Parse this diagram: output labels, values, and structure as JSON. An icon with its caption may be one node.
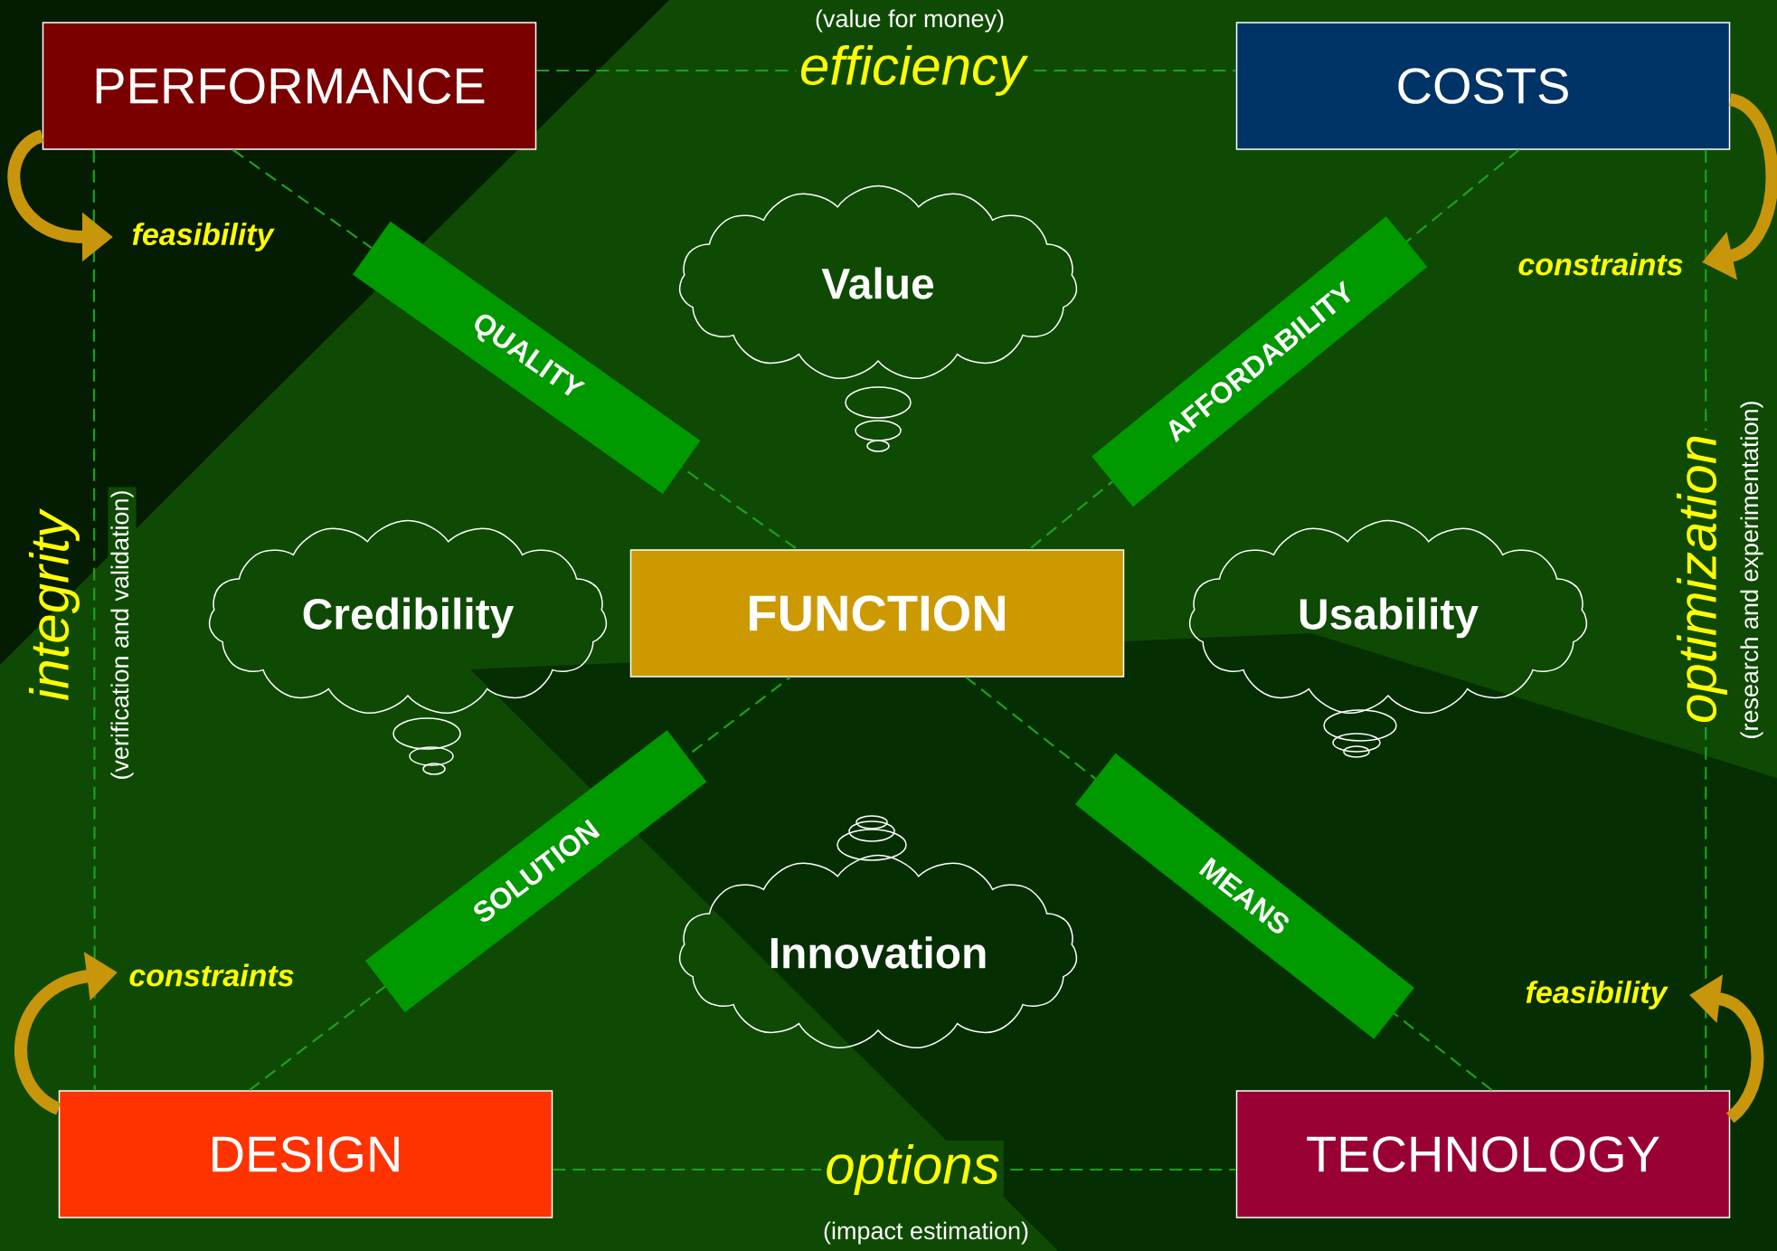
{
  "diagram": {
    "nodes": [
      {
        "text": [
          "PERFORMANCE"
        ]
      },
      {
        "text": [
          "COSTS"
        ]
      },
      {
        "text": [
          "Value"
        ]
      },
      {
        "text": [
          "Credibility"
        ]
      },
      {
        "text": [
          "FUNCTION"
        ]
      },
      {
        "text": [
          "Usability"
        ]
      },
      {
        "text": [
          "Innovation"
        ]
      },
      {
        "text": [
          "DESIGN"
        ]
      },
      {
        "text": [
          "TECHNOLOGY"
        ]
      }
    ],
    "edges": [
      {
        "from": 0,
        "to": 1,
        "arrow": "none",
        "label": "efficiency",
        "style": "dashed"
      },
      {
        "from": 0,
        "to": 7,
        "arrow": "none",
        "label": "integrity",
        "style": "dashed"
      },
      {
        "from": 1,
        "to": 8,
        "arrow": "none",
        "label": "optimization",
        "style": "dashed"
      },
      {
        "from": 7,
        "to": 8,
        "arrow": "none",
        "label": "options",
        "style": "dashed"
      },
      {
        "from": 0,
        "to": 4,
        "arrow": "none",
        "label": "QUALITY",
        "style": "dashed"
      },
      {
        "from": 1,
        "to": 4,
        "arrow": "none",
        "label": "AFFORDABILITY",
        "style": "dashed"
      },
      {
        "from": 7,
        "to": 4,
        "arrow": "none",
        "label": "SOLUTION",
        "style": "dashed"
      },
      {
        "from": 8,
        "to": 4,
        "arrow": "none",
        "label": "MEANS",
        "style": "dashed"
      },
      {
        "from": 0,
        "to": null,
        "arrow": "to",
        "label": "feasibility",
        "style": "thick",
        "color": "#c8960a"
      },
      {
        "from": 1,
        "to": null,
        "arrow": "to",
        "label": "constraints",
        "style": "thick",
        "color": "#c8960a"
      },
      {
        "from": 7,
        "to": null,
        "arrow": "to",
        "label": "constraints",
        "style": "thick",
        "color": "#c8960a"
      },
      {
        "from": 8,
        "to": null,
        "arrow": "to",
        "label": "feasibility",
        "style": "thick",
        "color": "#c8960a"
      }
    ],
    "labels": [
      "(value for money)",
      "(verification and validation)",
      "(research and experimentation)",
      "(impact estimation)"
    ]
  }
}
